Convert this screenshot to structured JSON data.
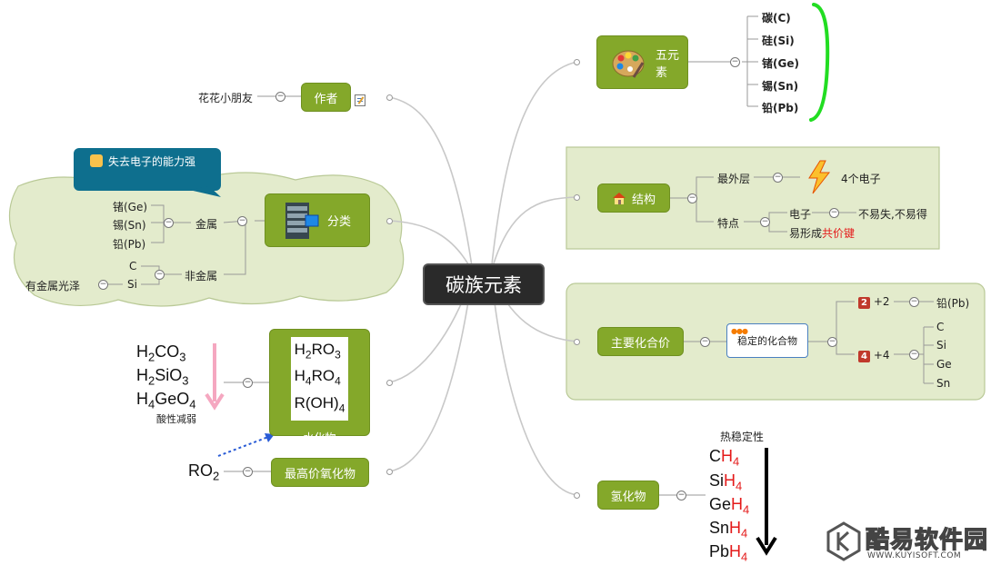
{
  "central": "碳族元素",
  "author": {
    "label": "作者",
    "name": "花花小朋友"
  },
  "five_elements": {
    "label": "五元素",
    "items": [
      "碳(C)",
      "硅(Si)",
      "锗(Ge)",
      "锡(Sn)",
      "铅(Pb)"
    ]
  },
  "structure": {
    "label": "结构",
    "outer": "最外层",
    "outer_value": "4个电子",
    "feature": "特点",
    "electron": "电子",
    "electron_value": "不易失,不易得",
    "bond_prefix": "易形成",
    "bond_highlight": "共价键"
  },
  "valence": {
    "label": "主要化合价",
    "stable": "稳定的化合物",
    "plus2_badge": "2",
    "plus2": "+2",
    "plus2_item": "铅(Pb)",
    "plus4_badge": "4",
    "plus4": "+4",
    "plus4_items": [
      "C",
      "Si",
      "Ge",
      "Sn"
    ]
  },
  "classify": {
    "label": "分类",
    "callout": "失去电子的能力强",
    "metal": "金属",
    "metal_items": [
      "锗(Ge)",
      "锡(Sn)",
      "铅(Pb)"
    ],
    "nonmetal": "非金属",
    "nonmetal_items": [
      "C",
      "Si"
    ],
    "luster": "有金属光泽"
  },
  "hydrate": {
    "label": "水化物",
    "box": [
      {
        "a": "H",
        "s": "2",
        "b": "RO",
        "t": "3"
      },
      {
        "a": "H",
        "s": "4",
        "b": "RO",
        "t": "4"
      },
      {
        "a": "R(OH)",
        "s": "",
        "b": "",
        "t": "4"
      }
    ],
    "acids": [
      {
        "a": "H",
        "s": "2",
        "b": "CO",
        "t": "3"
      },
      {
        "a": "H",
        "s": "2",
        "b": "SiO",
        "t": "3"
      },
      {
        "a": "H",
        "s": "4",
        "b": "GeO",
        "t": "4"
      }
    ],
    "acid_note": "酸性减弱"
  },
  "oxide": {
    "label": "最高价氧化物",
    "formula_a": "RO",
    "formula_s": "2"
  },
  "hydride": {
    "label": "氢化物",
    "stability": "热稳定性",
    "items": [
      {
        "el": "C",
        "h": "H",
        "n": "4"
      },
      {
        "el": "Si",
        "h": "H",
        "n": "4"
      },
      {
        "el": "Ge",
        "h": "H",
        "n": "4"
      },
      {
        "el": "Sn",
        "h": "H",
        "n": "4"
      },
      {
        "el": "Pb",
        "h": "H",
        "n": "4"
      }
    ]
  },
  "watermark": {
    "text": "酷易软件园",
    "url": "WWW.KUYISOFT.COM"
  },
  "colors": {
    "topic": "#84a82a",
    "panel": "#e3ebcc",
    "callout": "#0e6f8e",
    "brace": "#22dd22",
    "accent": "#e41a1a"
  }
}
